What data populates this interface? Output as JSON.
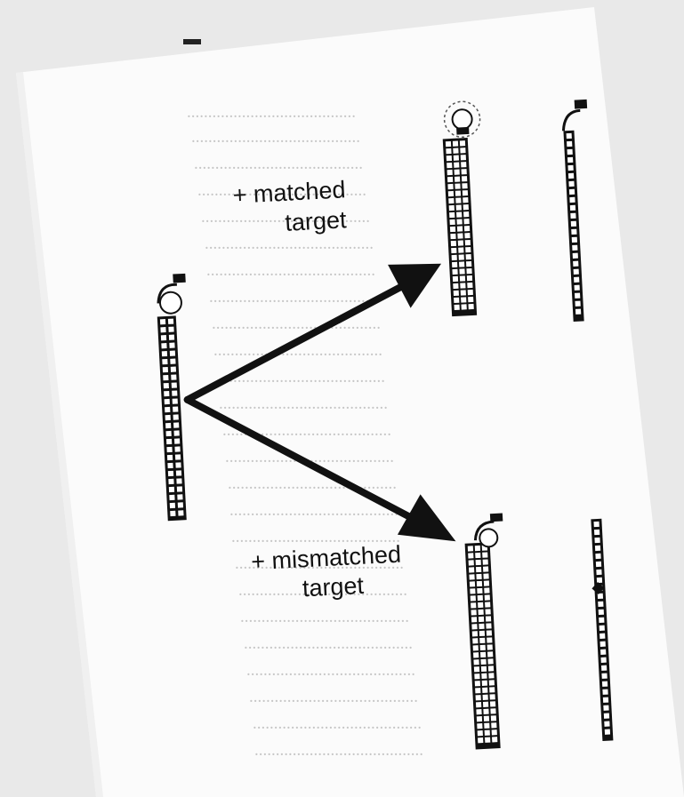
{
  "figure": {
    "labels": {
      "matched": [
        "+ matched",
        "target"
      ],
      "mismatched": [
        "+ mismatched",
        "target"
      ]
    },
    "colors": {
      "ink": "#111111",
      "paper": "#ffffff",
      "background": "#e9e9e9",
      "bleed_text": "#b4b4b4"
    }
  }
}
